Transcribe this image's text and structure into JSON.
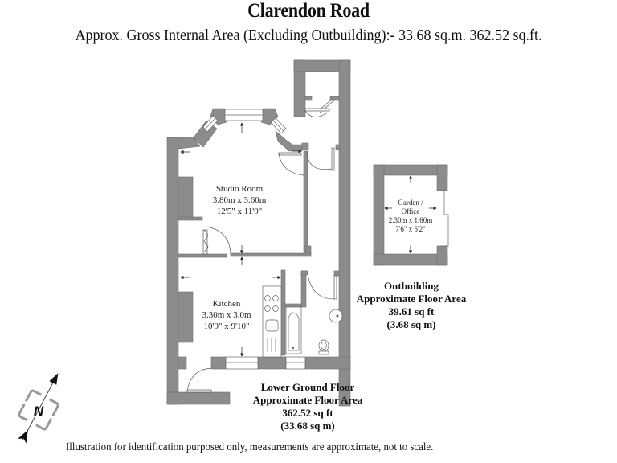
{
  "header": {
    "title": "Clarendon Road",
    "subtitle": "Approx. Gross Internal Area (Excluding Outbuilding):- 33.68 sq.m. 362.52 sq.ft."
  },
  "rooms": [
    {
      "name": "Studio Room",
      "metric": "3.80m x 3.60m",
      "imperial": "12'5\" x 11'9\""
    },
    {
      "name": "Kitchen",
      "metric": "3.30m x 3.0m",
      "imperial": "10'9\" x 9'10\""
    },
    {
      "name_line1": "Garden /",
      "name_line2": "Office",
      "metric": "2.30m x 1.60m",
      "imperial": "7'6\" x 5'2\""
    }
  ],
  "areas": {
    "outbuilding": {
      "line1": "Outbuilding",
      "line2": "Approximate Floor Area",
      "sqft": "39.61 sq ft",
      "sqm": "(3.68 sq m)"
    },
    "lower_ground": {
      "line1": "Lower Ground Floor",
      "line2": "Approximate Floor Area",
      "sqft": "362.52 sq ft",
      "sqm": "(33.68 sq m)"
    }
  },
  "compass": {
    "label": "N",
    "icon": "north-compass-icon"
  },
  "colors": {
    "wall": "#8c8c8c",
    "wall_stroke": "#6e6e6e",
    "line": "#555555"
  },
  "footer": {
    "disclaimer": "Illustration for identification purposed only, measurements are approximate, not to scale."
  }
}
